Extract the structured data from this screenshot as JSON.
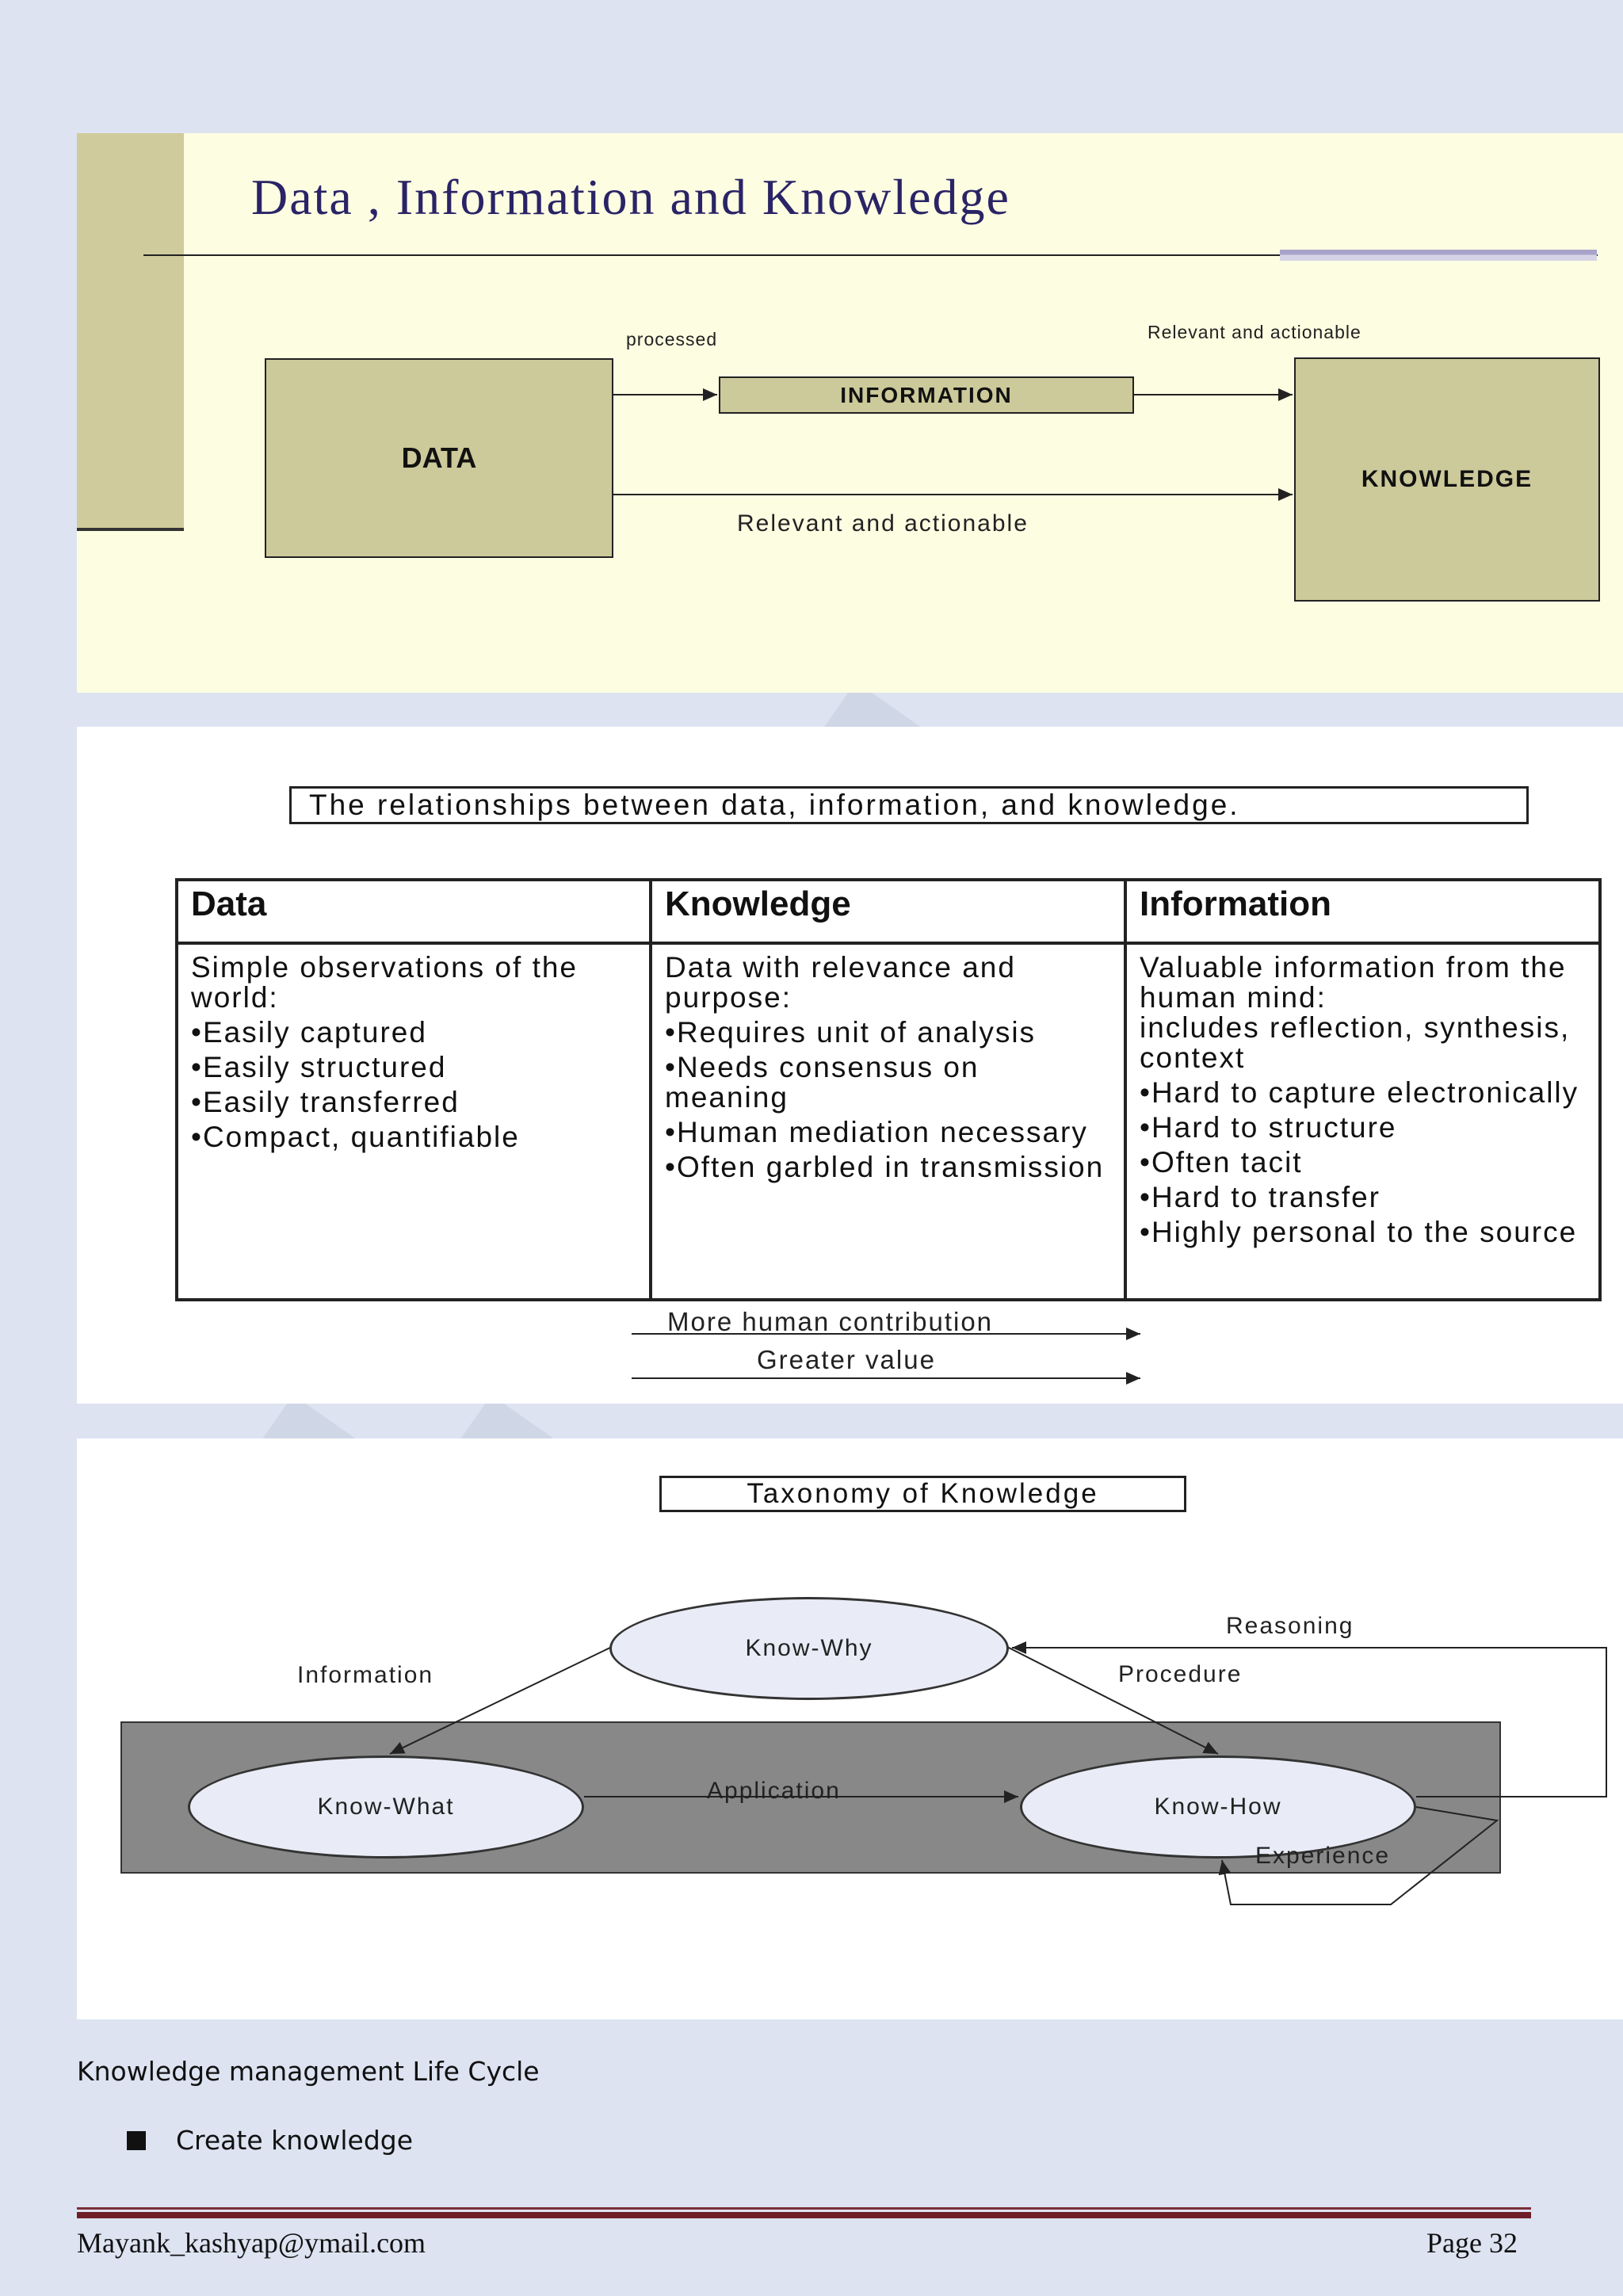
{
  "slide1": {
    "title": "Data , Information and Knowledge",
    "boxes": {
      "data": "DATA",
      "information": "INFORMATION",
      "knowledge": "KNOWLEDGE"
    },
    "labels": {
      "processed": "processed",
      "relevant_top": "Relevant and actionable",
      "relevant_bottom": "Relevant and actionable"
    }
  },
  "slide2": {
    "caption": "The relationships between data, information, and knowledge.",
    "headers": [
      "Data",
      "Knowledge",
      "Information"
    ],
    "col1": [
      "Simple observations of the world:",
      "•Easily captured",
      "•Easily structured",
      "•Easily transferred",
      "•Compact, quantifiable"
    ],
    "col2": [
      "Data with relevance and purpose:",
      "•Requires unit of analysis",
      "•Needs consensus on meaning",
      "•Human mediation necessary",
      "•Often garbled in transmission"
    ],
    "col3": [
      "Valuable information from the human mind:",
      "includes reflection, synthesis, context",
      "•Hard to capture electronically",
      "•Hard to structure",
      "•Often tacit",
      "•Hard to transfer",
      "•Highly personal to the source"
    ],
    "arrow_labels": {
      "more": "More human contribution",
      "greater": "Greater value"
    }
  },
  "slide3": {
    "caption": "Taxonomy of Knowledge",
    "nodes": {
      "why": "Know-Why",
      "what": "Know-What",
      "how": "Know-How"
    },
    "labels": {
      "information": "Information",
      "procedure": "Procedure",
      "reasoning": "Reasoning",
      "application": "Application",
      "experience": "Experience"
    }
  },
  "body": {
    "heading": "Knowledge management Life Cycle",
    "bullets": [
      "Create knowledge"
    ]
  },
  "footer": {
    "email": "Mayank_kashyap@ymail.com",
    "page": "Page 32"
  }
}
